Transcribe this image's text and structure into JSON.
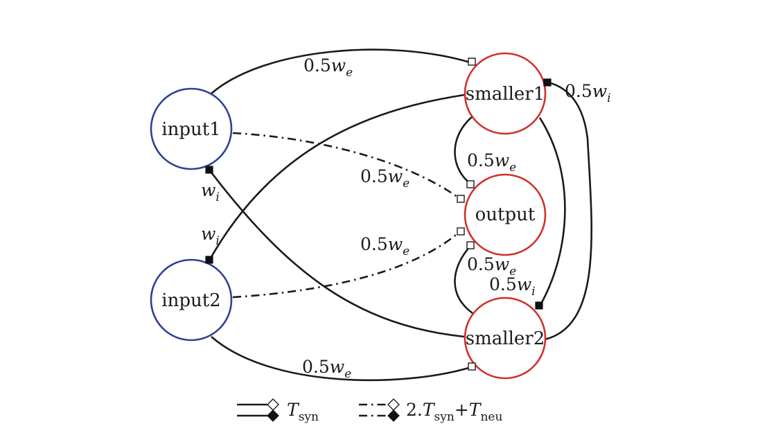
{
  "nodes": {
    "input1": {
      "label": "input1",
      "color": "#2e3f96"
    },
    "input2": {
      "label": "input2",
      "color": "#2e3f96"
    },
    "smaller1": {
      "label": "smaller1",
      "color": "#d1302b"
    },
    "output": {
      "label": "output",
      "color": "#d1302b"
    },
    "smaller2": {
      "label": "smaller2",
      "color": "#d1302b"
    }
  },
  "edge_labels": {
    "in1_s1": {
      "coef": "0.5",
      "sym": "w",
      "sub": "e"
    },
    "s2_s1": {
      "coef": "0.5",
      "sym": "w",
      "sub": "i"
    },
    "s1_out": {
      "coef": "0.5",
      "sym": "w",
      "sub": "e"
    },
    "in1_out": {
      "coef": "0.5",
      "sym": "w",
      "sub": "e"
    },
    "s2_in1": {
      "coef": "",
      "sym": "w",
      "sub": "i"
    },
    "s1_in2": {
      "coef": "",
      "sym": "w",
      "sub": "i"
    },
    "in2_out": {
      "coef": "0.5",
      "sym": "w",
      "sub": "e"
    },
    "s2_out": {
      "coef": "0.5",
      "sym": "w",
      "sub": "e"
    },
    "s1_s2": {
      "coef": "0.5",
      "sym": "w",
      "sub": "i"
    },
    "in2_s2": {
      "coef": "0.5",
      "sym": "w",
      "sub": "e"
    }
  },
  "legend": {
    "solid": {
      "sym": "T",
      "sub": "syn"
    },
    "dashdot": {
      "prefix": "2.",
      "sym1": "T",
      "sub1": "syn",
      "plus": "+",
      "sym2": "T",
      "sub2": "neu"
    }
  },
  "colors": {
    "excitatory_marker": "#ffffff",
    "inhibitory_marker": "#111111",
    "edge": "#1a1a1a"
  }
}
